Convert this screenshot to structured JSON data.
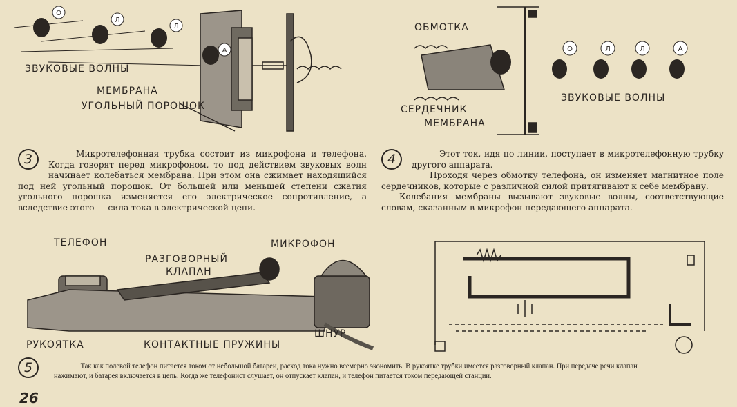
{
  "page_number": "26",
  "figure1": {
    "labels": [
      "ЗВУКОВЫЕ ВОЛНЫ",
      "МЕМБРАНА",
      "УГОЛЬНЫЙ ПОРОШОК"
    ],
    "runner_letters": [
      "О",
      "Л",
      "Л",
      "А"
    ]
  },
  "figure2": {
    "labels": [
      "ОБМОТКА",
      "СЕРДЕЧНИК",
      "МЕМБРАНА",
      "ЗВУКОВЫЕ ВОЛНЫ"
    ],
    "runner_letters": [
      "О",
      "Л",
      "Л",
      "А"
    ]
  },
  "section3": {
    "number": "3",
    "lines": [
      "Микротелефонная трубка состоит из микрофона и телефона. Когда говорят перед микрофоном, то под действием звуковых волн начинает колебаться мембрана. При этом она сжимает находящийся под ней угольный порошок. От большей или меньшей степени сжатия угольного порошка изменяется его электрическое сопротивление, а вследствие этого — сила тока в электрической цепи."
    ]
  },
  "section4": {
    "number": "4",
    "paragraphs": [
      "Этот ток, идя по линии, поступает в микротелефонную трубку другого аппарата.",
      "Проходя через обмотку телефона, он изменяет магнитное поле сердечников, которые с различной силой притягивают к себе мембрану.",
      "Колебания мембраны вызывают звуковые волны, соответствующие словам, сказанным в микрофон передающего аппарата."
    ]
  },
  "figure3": {
    "labels": {
      "telephone": "ТЕЛЕФОН",
      "valve_1": "РАЗГОВОРНЫЙ",
      "valve_2": "КЛАПАН",
      "microphone": "МИКРОФОН",
      "handle": "РУКОЯТКА",
      "springs": "КОНТАКТНЫЕ ПРУЖИНЫ",
      "cord": "ШНУР"
    }
  },
  "section5": {
    "number": "5",
    "text": "Так как полевой телефон питается током от небольшой батареи, расход тока нужно всемерно экономить. В рукоятке трубки имеется разговорный клапан. При передаче речи клапан нажимают, и батарея включается в цепь. Когда же телефонист слушает, он отпускает клапан, и телефон питается током передающей станции."
  }
}
